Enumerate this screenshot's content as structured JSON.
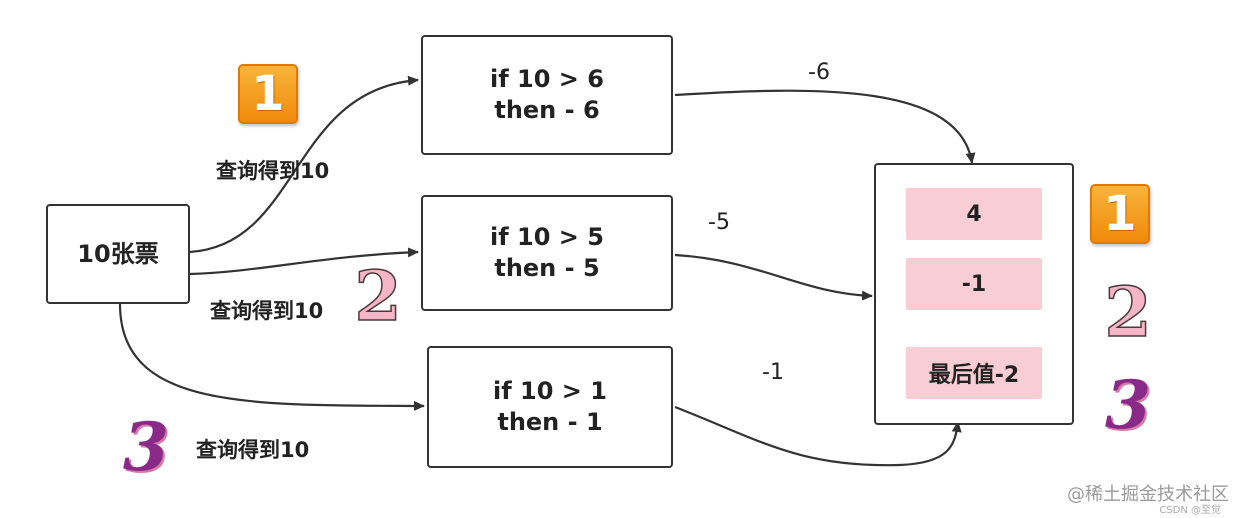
{
  "source": {
    "label": "10张票"
  },
  "queries": [
    {
      "line1": "if 10 > 6",
      "line2": "then - 6",
      "edge_label": "查询得到10",
      "delta": "-6",
      "badge": "1"
    },
    {
      "line1": "if 10 > 5",
      "line2": "then - 5",
      "edge_label": "查询得到10",
      "delta": "-5",
      "badge": "2"
    },
    {
      "line1": "if 10 > 1",
      "line2": "then - 1",
      "edge_label": "查询得到10",
      "delta": "-1",
      "badge": "3"
    }
  ],
  "result": {
    "cells": [
      "4",
      "-1",
      "最后值-2"
    ],
    "badges": [
      "1",
      "2",
      "3"
    ]
  },
  "colors": {
    "result_cell": "#f8cdd3",
    "badge_orange": "#f29a1a",
    "badge_pink": "#f6b6c8",
    "badge_purple": "#8a2a88",
    "line": "#333333"
  },
  "watermark": {
    "main": "@稀土掘金技术社区",
    "sub": "CSDN @至觉"
  }
}
